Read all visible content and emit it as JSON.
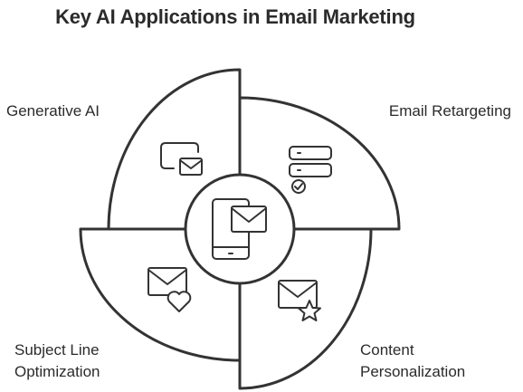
{
  "title": "Key AI Applications in Email Marketing",
  "segments": {
    "top_left": {
      "label": "Generative AI",
      "icon": "message-email-icon"
    },
    "top_right": {
      "label": "Email Retargeting",
      "icon": "checklist-icon"
    },
    "bottom_left": {
      "label_line1": "Subject Line",
      "label_line2": "Optimization",
      "icon": "email-heart-icon"
    },
    "bottom_right": {
      "label_line1": "Content",
      "label_line2": "Personalization",
      "icon": "email-star-icon"
    }
  },
  "center": {
    "icon": "phone-email-icon"
  }
}
